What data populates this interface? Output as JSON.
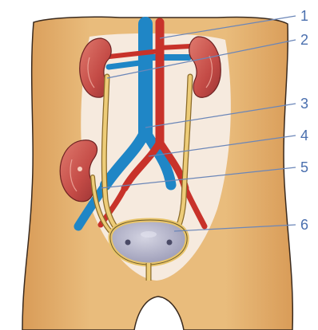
{
  "figure": {
    "labels": [
      "1",
      "2",
      "3",
      "4",
      "5",
      "6"
    ]
  },
  "colors": {
    "skin": "#e2ae6c",
    "skin_light": "#f0cf98",
    "cavity": "#f6eee6",
    "artery": "#c8322a",
    "vein": "#1f86c6",
    "kidney": "#c9504c",
    "ureter": "#e8c46a",
    "bladder": "#b7b7cc",
    "leader_line": "#6b86b8",
    "label_text": "#4a6fae"
  }
}
